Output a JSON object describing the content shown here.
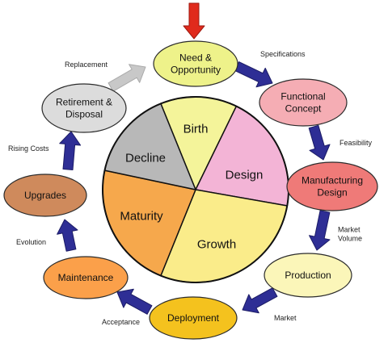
{
  "colors": {
    "arrow_main": "#2e2e95",
    "arrow_main_dark": "#1c1c66",
    "arrow_top": "#e02a1c",
    "arrow_replacement": "#c8c8c8"
  },
  "pie": [
    {
      "label": "Birth",
      "color": "#f4f49a"
    },
    {
      "label": "Design",
      "color": "#f3b4d6"
    },
    {
      "label": "Growth",
      "color": "#faec8a"
    },
    {
      "label": "Maturity",
      "color": "#f6a84c"
    },
    {
      "label": "Decline",
      "color": "#b8b8b8"
    }
  ],
  "stages": [
    {
      "id": "need",
      "lines": [
        "Need &",
        "Opportunity"
      ],
      "color": "#eef28a"
    },
    {
      "id": "functional",
      "lines": [
        "Functional",
        "Concept"
      ],
      "color": "#f5adb4"
    },
    {
      "id": "manufacturing",
      "lines": [
        "Manufacturing",
        "Design"
      ],
      "color": "#ef7a78"
    },
    {
      "id": "production",
      "lines": [
        "Production"
      ],
      "color": "#fbf6b9"
    },
    {
      "id": "deployment",
      "lines": [
        "Deployment"
      ],
      "color": "#f4c21e"
    },
    {
      "id": "maintenance",
      "lines": [
        "Maintenance"
      ],
      "color": "#fba04a"
    },
    {
      "id": "upgrades",
      "lines": [
        "Upgrades"
      ],
      "color": "#cf8a5c"
    },
    {
      "id": "retirement",
      "lines": [
        "Retirement &",
        "Disposal"
      ],
      "color": "#dcdcdc"
    }
  ],
  "transitions": [
    {
      "id": "specifications",
      "lines": [
        "Specifications"
      ]
    },
    {
      "id": "feasibility",
      "lines": [
        "Feasibility"
      ]
    },
    {
      "id": "market-volume",
      "lines": [
        "Market",
        "Volume"
      ]
    },
    {
      "id": "market",
      "lines": [
        "Market"
      ]
    },
    {
      "id": "acceptance",
      "lines": [
        "Acceptance"
      ]
    },
    {
      "id": "evolution",
      "lines": [
        "Evolution"
      ]
    },
    {
      "id": "rising-costs",
      "lines": [
        "Rising Costs"
      ]
    },
    {
      "id": "replacement",
      "lines": [
        "Replacement"
      ]
    }
  ]
}
